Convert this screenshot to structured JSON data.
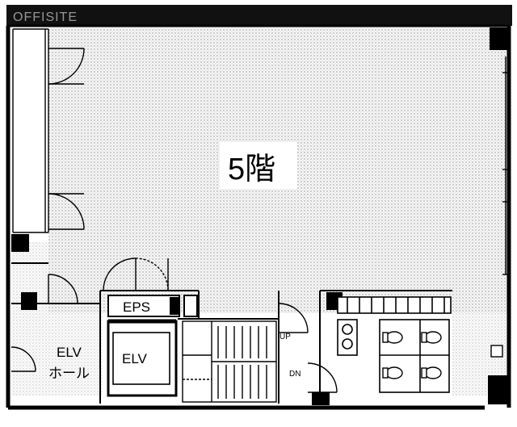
{
  "watermark": "OFFISITE",
  "floor": {
    "label": "5階"
  },
  "rooms": {
    "eps": "EPS",
    "elevator": "ELV",
    "elevator_hall_line1": "ELV",
    "elevator_hall_line2": "ホール"
  },
  "stairs": {
    "up_label": "UP",
    "down_label": "DN"
  },
  "colors": {
    "wall": "#000000",
    "floor_fill": "#f4f4f4",
    "dot_pattern": "#9a9a9a",
    "background": "#ffffff"
  }
}
